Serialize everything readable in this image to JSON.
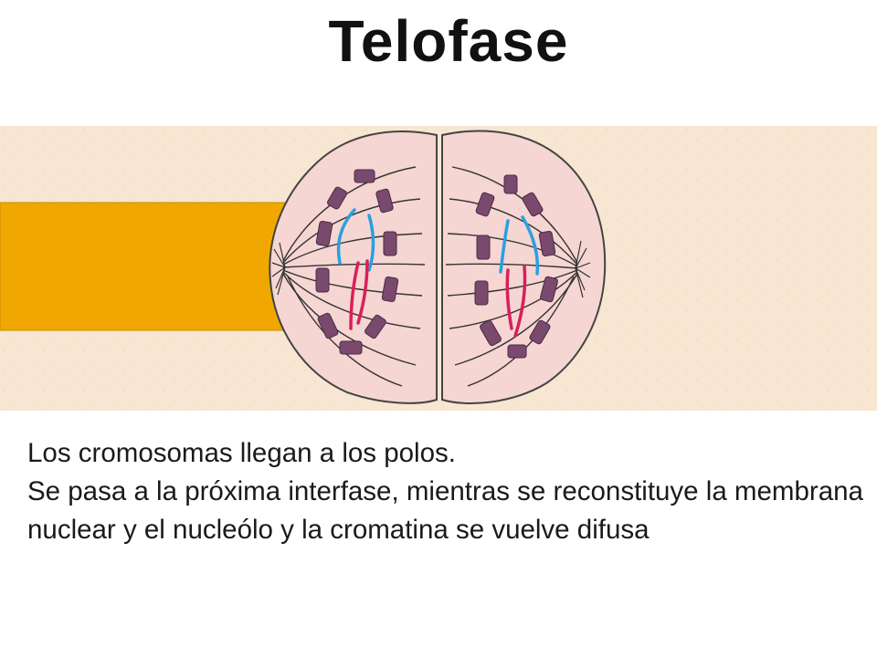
{
  "title": "Telofase",
  "caption": {
    "lines": [
      "Los cromosomas llegan a los polos.",
      "Se pasa a la próxima interfase, mientras se reconstituye la membrana",
      "nuclear y el nucleólo y la cromatina se vuelve difusa"
    ]
  },
  "diagram": {
    "colors": {
      "background": "#f7e6d2",
      "progress_bar": "#f0a800",
      "cell_fill": "#f6d6d2",
      "cell_outline": "#444444",
      "chromosome": "#7a4a6e",
      "chromosome_blue": "#2aa0e0",
      "chromosome_red": "#d8205a"
    },
    "progress_fraction": 0.32
  }
}
